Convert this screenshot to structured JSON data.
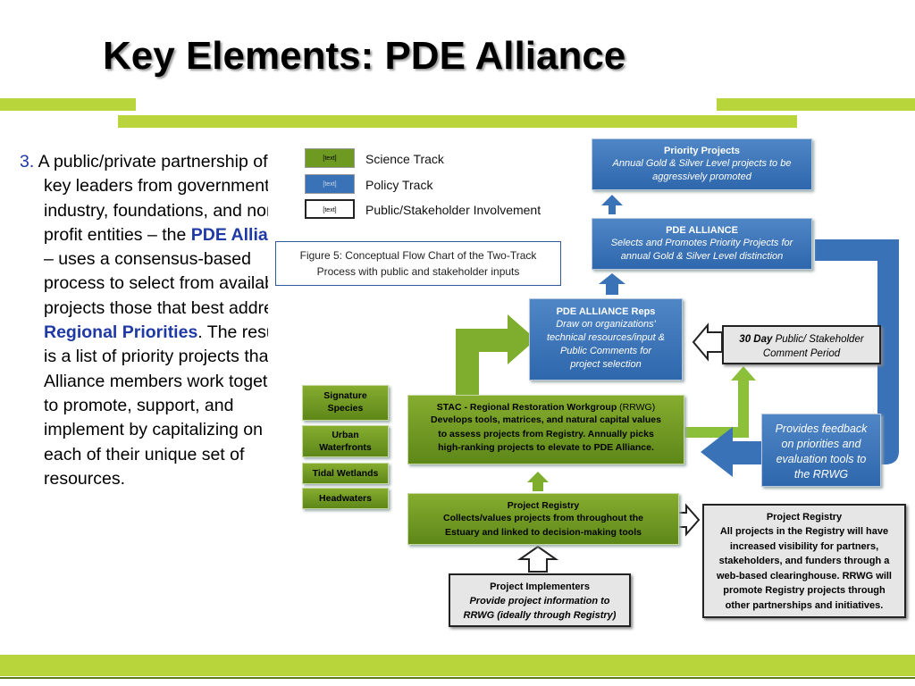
{
  "slide": {
    "title": "Key Elements: PDE Alliance"
  },
  "left_text": {
    "number": "3.",
    "p1": "A public/private partnership of key leaders from government, industry, foundations, and non-profit entities – the ",
    "hl1": "PDE Alliance",
    "p2": " – uses a consensus-based process to select from available projects those that best address ",
    "hl2": "Regional Priorities",
    "p3": ". The result is a list of priority projects that Alliance members work together to promote, support, and implement by capitalizing on each of their unique set of resources."
  },
  "legend": {
    "swatch_text": "[text]",
    "science": "Science Track",
    "policy": "Policy Track",
    "public": "Public/Stakeholder  Involvement"
  },
  "caption": {
    "line1": "Figure 5: Conceptual Flow Chart of the Two-Track",
    "line2": "Process with public and stakeholder inputs"
  },
  "boxes": {
    "priority_projects": {
      "title": "Priority Projects",
      "line1": "Annual Gold & Silver Level projects to be",
      "line2": "aggressively promoted"
    },
    "pde_alliance": {
      "title": "PDE ALLIANCE",
      "line1": "Selects and Promotes Priority Projects for",
      "line2": "annual Gold & Silver Level distinction"
    },
    "pde_reps": {
      "title": "PDE ALLIANCE Reps",
      "line1": "Draw on organizations'",
      "line2": "technical resources/input &",
      "line3": "Public Comments  for",
      "line4": "project selection"
    },
    "comment_period": {
      "bold": "30 Day",
      "rest": " Public/ Stakeholder",
      "line2": "Comment Period"
    },
    "stac": {
      "title": "STAC - Regional Restoration Workgroup",
      "title_suffix": " (RRWG)",
      "line1": "Develops  tools, matrices, and natural capital values",
      "line2": "to assess projects from Registry. Annually picks",
      "line3": "high-ranking projects to elevate to PDE Alliance."
    },
    "feedback": {
      "line1": "Provides feedback",
      "line2": "on priorities and",
      "line3": "evaluation tools to",
      "line4": "the RRWG"
    },
    "signature_species": {
      "line1": "Signature",
      "line2": "Species"
    },
    "urban_waterfronts": {
      "line1": "Urban",
      "line2": "Waterfronts"
    },
    "tidal_wetlands": {
      "line1": "Tidal Wetlands"
    },
    "headwaters": {
      "line1": "Headwaters"
    },
    "registry": {
      "title": "Project Registry",
      "line1": "Collects/values projects from throughout the",
      "line2": "Estuary and linked to decision-making tools"
    },
    "registry_note": {
      "title": "Project Registry",
      "line1": "All projects  in the Registry will have",
      "line2": "increased visibility for partners,",
      "line3": "stakeholders, and funders through a",
      "line4": "web-based clearinghouse.  RRWG will",
      "line5": "promote Registry projects through",
      "line6": "other partnerships and initiatives."
    },
    "implementers": {
      "title": "Project Implementers",
      "line1": "Provide project information to",
      "line2": "RRWG (ideally through Registry)"
    }
  },
  "colors": {
    "accent_green": "#b8d63b",
    "policy_blue": "#3a72b8",
    "science_green": "#6f9a22",
    "highlight_text": "#1f3aa5"
  }
}
